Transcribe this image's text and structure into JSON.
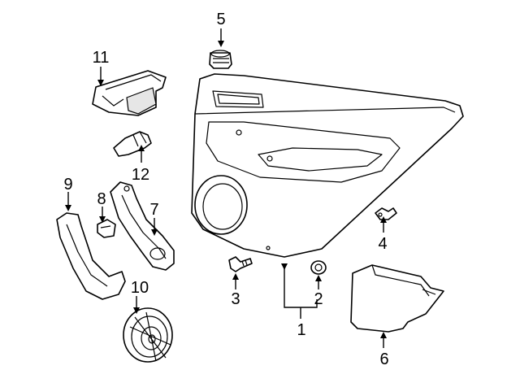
{
  "diagram": {
    "background": "#ffffff",
    "line_color": "#000000",
    "callouts": [
      {
        "id": "c1",
        "label": "1"
      },
      {
        "id": "c2",
        "label": "2"
      },
      {
        "id": "c3",
        "label": "3"
      },
      {
        "id": "c4",
        "label": "4"
      },
      {
        "id": "c5",
        "label": "5"
      },
      {
        "id": "c6",
        "label": "6"
      },
      {
        "id": "c7",
        "label": "7"
      },
      {
        "id": "c8",
        "label": "8"
      },
      {
        "id": "c9",
        "label": "9"
      },
      {
        "id": "c10",
        "label": "10"
      },
      {
        "id": "c11",
        "label": "11"
      },
      {
        "id": "c12",
        "label": "12"
      }
    ]
  }
}
